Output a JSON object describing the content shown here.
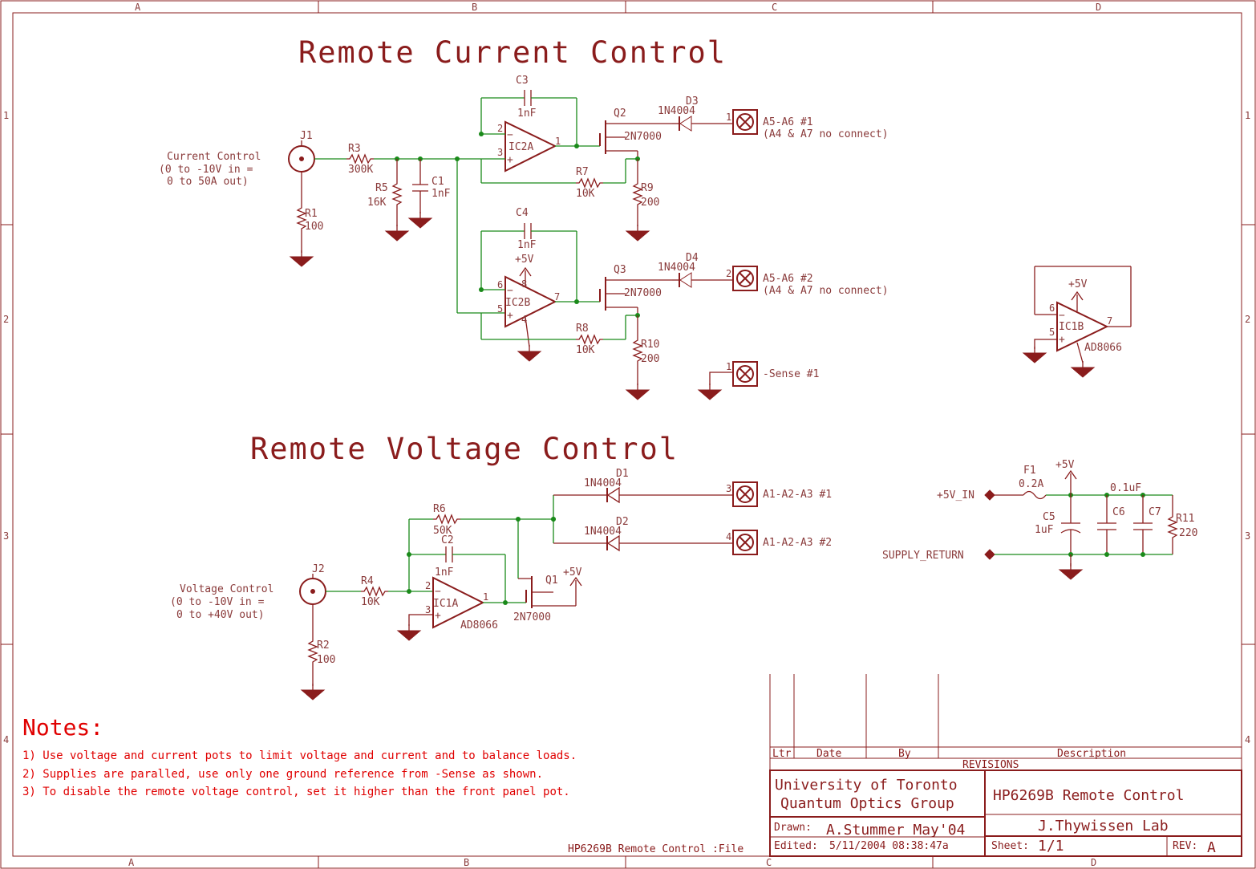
{
  "titles": {
    "current": "Remote Current Control",
    "voltage": "Remote Voltage Control"
  },
  "frame": {
    "cols": [
      "A",
      "B",
      "C",
      "D"
    ],
    "rows": [
      "1",
      "2",
      "3",
      "4"
    ]
  },
  "current": {
    "j1": "J1",
    "input_label": [
      "Current Control",
      "(0 to -10V in =",
      "0 to 50A out)"
    ],
    "r1": {
      "name": "R1",
      "value": "100"
    },
    "r3": {
      "name": "R3",
      "value": "300K"
    },
    "r5": {
      "name": "R5",
      "value": "16K"
    },
    "c1": {
      "name": "C1",
      "value": "1nF"
    },
    "c3": {
      "name": "C3",
      "value": "1nF"
    },
    "c4": {
      "name": "C4",
      "value": "1nF"
    },
    "ic2a": "IC2A",
    "ic2b": "IC2B",
    "q2": {
      "name": "Q2",
      "value": "2N7000"
    },
    "q3": {
      "name": "Q3",
      "value": "2N7000"
    },
    "d3": {
      "name": "D3",
      "value": "1N4004"
    },
    "d4": {
      "name": "D4",
      "value": "1N4004"
    },
    "r7": {
      "name": "R7",
      "value": "10K"
    },
    "r8": {
      "name": "R8",
      "value": "10K"
    },
    "r9": {
      "name": "R9",
      "value": "200"
    },
    "r10": {
      "name": "R10",
      "value": "200"
    },
    "vcc": "+5V",
    "conn1": {
      "pin": "1",
      "label": "A5-A6 #1",
      "sub": "(A4 & A7 no connect)"
    },
    "conn2": {
      "pin": "2",
      "label": "A5-A6 #2",
      "sub": "(A4 & A7 no connect)"
    },
    "sense": {
      "pin": "1",
      "label": "-Sense #1"
    },
    "pins": {
      "p2": "2",
      "p3": "3",
      "p1": "1",
      "p6": "6",
      "p5": "5",
      "p7": "7",
      "p4": "4",
      "p8": "8"
    }
  },
  "ic1b": {
    "name": "IC1B",
    "part": "AD8066",
    "vcc": "+5V",
    "p6": "6",
    "p5": "5",
    "p7": "7"
  },
  "voltage": {
    "j2": "J2",
    "input_label": [
      "Voltage Control",
      "(0 to -10V in =",
      "0 to +40V out)"
    ],
    "r2": {
      "name": "R2",
      "value": "100"
    },
    "r4": {
      "name": "R4",
      "value": "10K"
    },
    "r6": {
      "name": "R6",
      "value": "50K"
    },
    "c2": {
      "name": "C2",
      "value": "1nF"
    },
    "ic1a": {
      "name": "IC1A",
      "part": "AD8066"
    },
    "q1": {
      "name": "Q1",
      "value": "2N7000"
    },
    "vcc": "+5V",
    "d1": {
      "name": "D1",
      "value": "1N4004"
    },
    "d2": {
      "name": "D2",
      "value": "1N4004"
    },
    "conn3": {
      "pin": "3",
      "label": "A1-A2-A3 #1"
    },
    "conn4": {
      "pin": "4",
      "label": "A1-A2-A3 #2"
    },
    "pins": {
      "p2": "2",
      "p3": "3",
      "p1": "1"
    }
  },
  "supply": {
    "in": "+5V_IN",
    "ret": "SUPPLY_RETURN",
    "f1": {
      "name": "F1",
      "value": "0.2A"
    },
    "vcc": "+5V",
    "c5": {
      "name": "C5",
      "value": "1uF"
    },
    "c6": {
      "name": "C6",
      "value": "0.1uF"
    },
    "c7": {
      "name": "C7"
    },
    "r11": {
      "name": "R11",
      "value": "220"
    }
  },
  "notes": {
    "heading": "Notes:",
    "lines": [
      "1) Use voltage and current pots to limit voltage and current and to balance loads.",
      "2) Supplies are paralled, use only one ground reference from -Sense as shown.",
      "3) To disable the remote voltage control, set it higher than the front panel pot."
    ]
  },
  "titleblock": {
    "cols": [
      "Ltr",
      "Date",
      "By",
      "Description"
    ],
    "revisions": "REVISIONS",
    "org1": "University of Toronto",
    "org2": "Quantum Optics Group",
    "title": "HP6269B Remote Control",
    "lab": "J.Thywissen Lab",
    "drawn_label": "Drawn:",
    "drawn": "A.Stummer May'04",
    "edited_label": "Edited:",
    "edited": "5/11/2004 08:38:47a",
    "sheet_label": "Sheet:",
    "sheet": "1/1",
    "rev_label": "REV:",
    "rev": "A",
    "file": "HP6269B Remote Control :File"
  }
}
